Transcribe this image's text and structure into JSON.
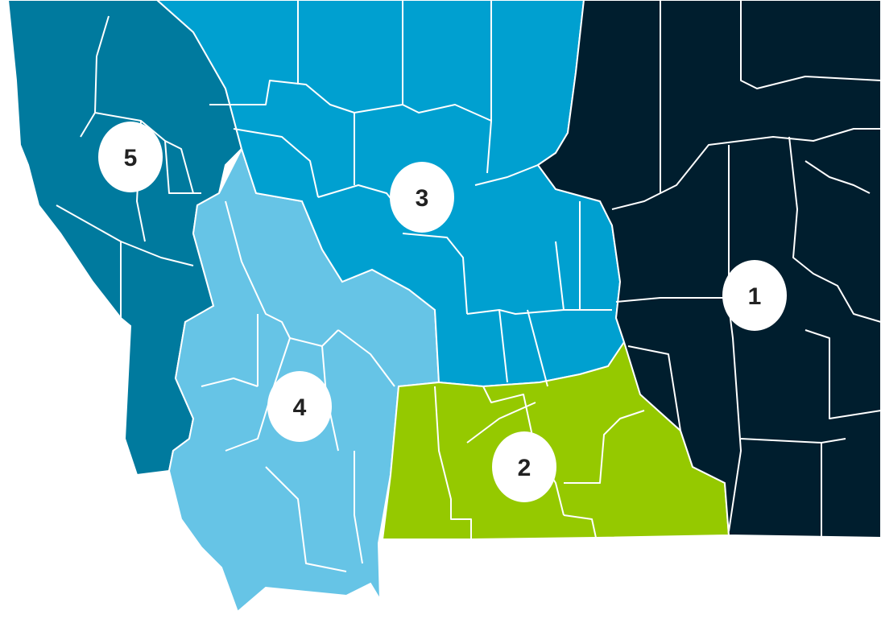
{
  "map": {
    "regions": [
      {
        "id": "1",
        "label": "1",
        "color": "#001e2e"
      },
      {
        "id": "2",
        "label": "2",
        "color": "#95c900"
      },
      {
        "id": "3",
        "label": "3",
        "color": "#00a0d0"
      },
      {
        "id": "4",
        "label": "4",
        "color": "#66c4e6"
      },
      {
        "id": "5",
        "label": "5",
        "color": "#007a9e"
      }
    ],
    "label_circle_color": "#ffffff",
    "border_color": "#ffffff"
  }
}
